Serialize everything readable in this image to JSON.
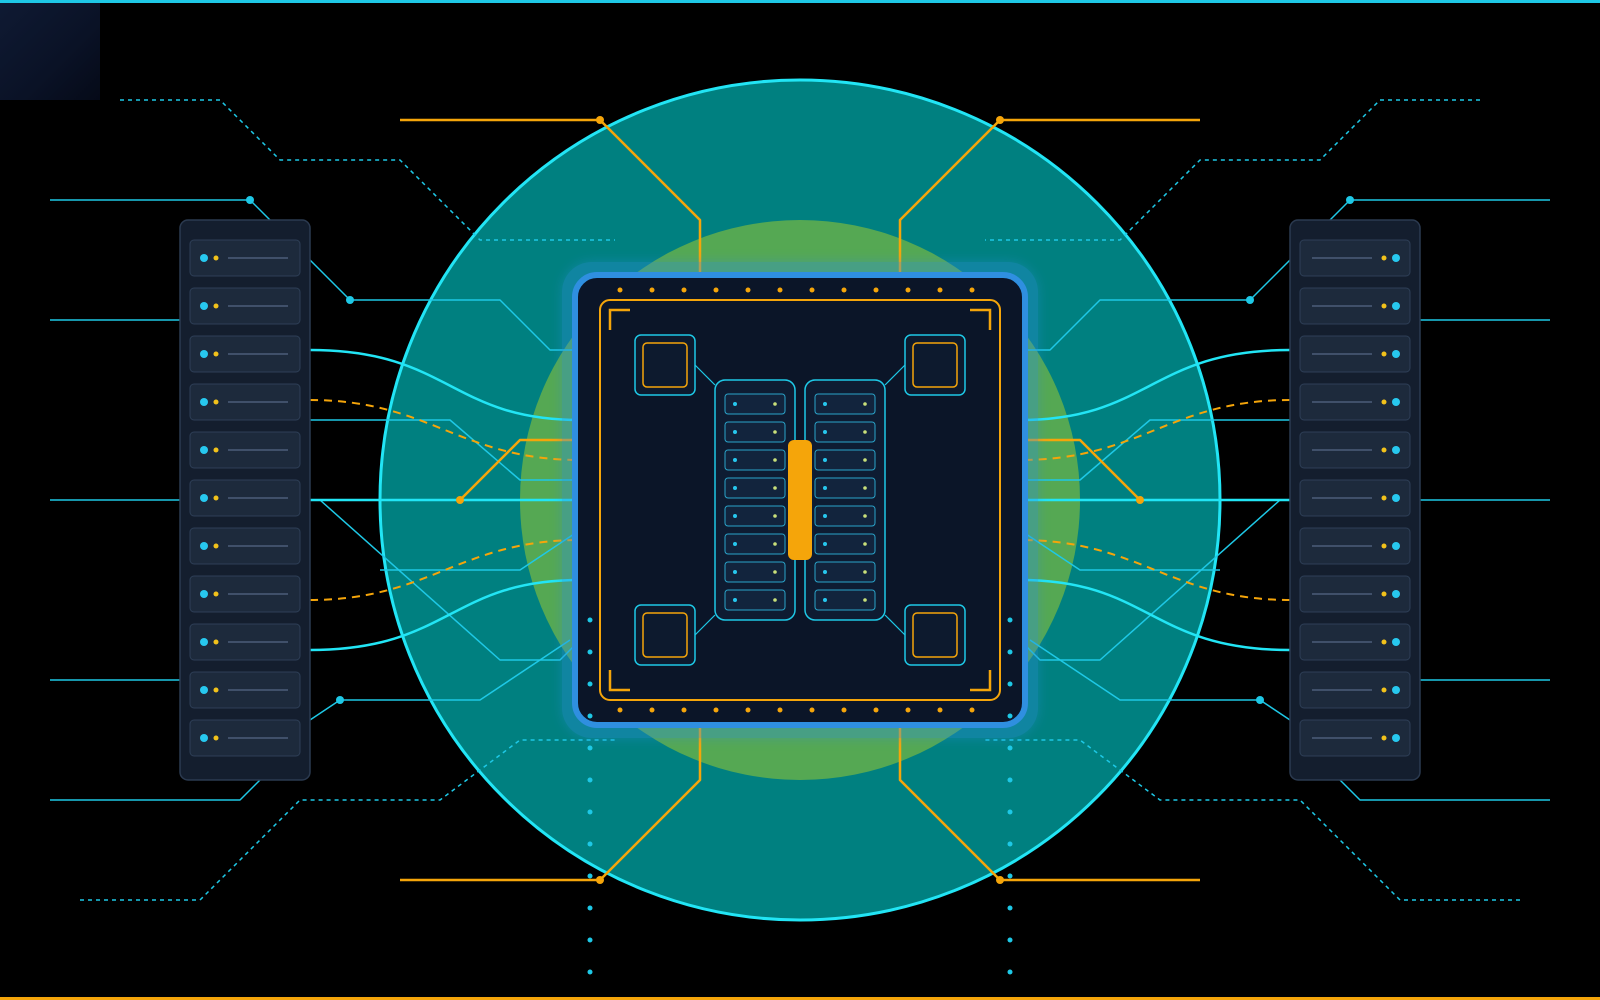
{
  "palette": {
    "background": "#000000",
    "cyan": "#1ec8e6",
    "cyan_bright": "#22e5f5",
    "orange": "#f5a50a",
    "teal": "#008080",
    "green": "#55a853",
    "chip_body": "#0b1528",
    "chip_glow": "#2f8fe0",
    "rack_body": "#141e2e",
    "rack_slot": "#1d2a3c",
    "rack_led_cyan": "#27c8ef",
    "rack_led_yellow": "#f2c21b"
  },
  "scene": {
    "racks": [
      {
        "side": "left",
        "slot_count": 11
      },
      {
        "side": "right",
        "slot_count": 11
      }
    ],
    "chip": {
      "perimeter_pin_count_per_edge": 12,
      "corner_modules": 4,
      "memory_banks": 2,
      "rows_per_bank": 8,
      "central_core": "vertical-orange-core"
    },
    "icons": [
      "server-rack-icon",
      "processor-chip-icon",
      "circuit-trace-icon"
    ]
  }
}
